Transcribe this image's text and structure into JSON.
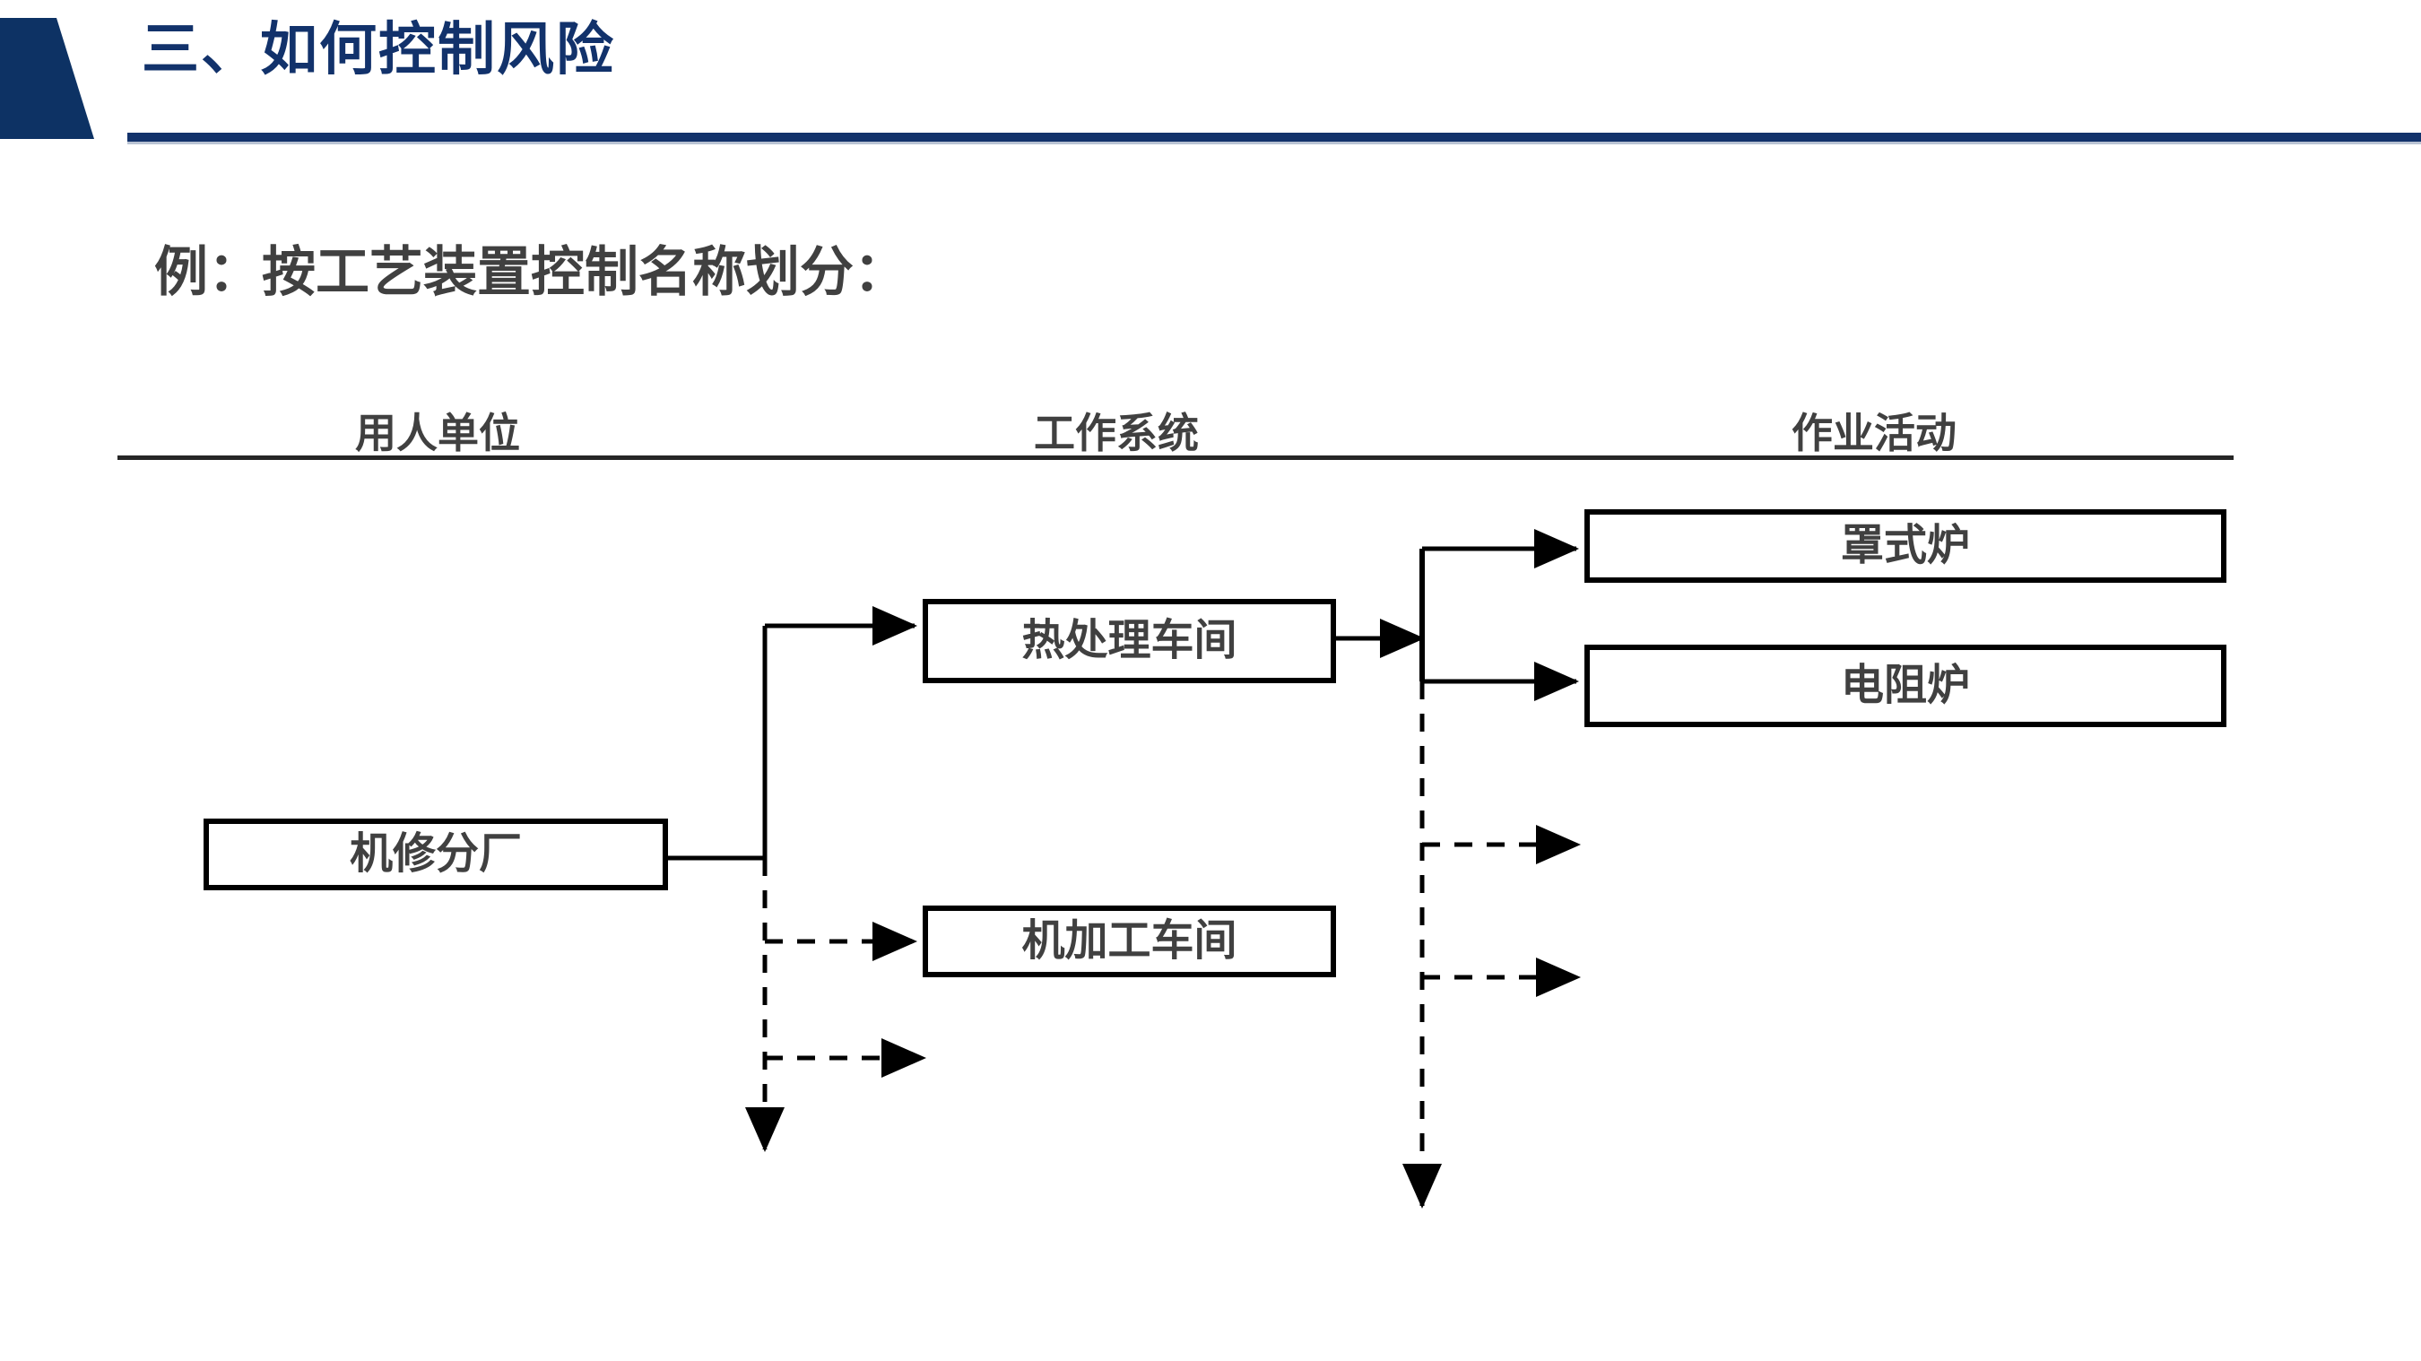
{
  "header": {
    "title": "三、如何控制风险",
    "accent_color": "#12326b",
    "corner_color": "#0d3264"
  },
  "subtitle": {
    "text": "例：按工艺装置控制名称划分：",
    "color": "#404040"
  },
  "columns": [
    {
      "label": "用人单位"
    },
    {
      "label": "工作系统"
    },
    {
      "label": "作业活动"
    }
  ],
  "diagram": {
    "line_color": "#000000",
    "text_color": "#404040",
    "nodes": {
      "org": {
        "label": "机修分厂",
        "column": "用人单位"
      },
      "work_system_1": {
        "label": "热处理车间",
        "column": "工作系统"
      },
      "work_system_2": {
        "label": "机加工车间",
        "column": "工作系统"
      },
      "activity_1": {
        "label": "罩式炉",
        "column": "作业活动"
      },
      "activity_2": {
        "label": "电阻炉",
        "column": "作业活动"
      }
    },
    "edges": [
      {
        "from": "org",
        "to": "work_system_1",
        "style": "solid"
      },
      {
        "from": "org",
        "to": "work_system_2",
        "style": "dashed"
      },
      {
        "from": "org",
        "to": "more-work-systems",
        "style": "dashed"
      },
      {
        "from": "work_system_1",
        "to": "activity_1",
        "style": "solid"
      },
      {
        "from": "work_system_1",
        "to": "activity_2",
        "style": "solid"
      },
      {
        "from": "work_system_1",
        "to": "more-activities",
        "style": "dashed"
      }
    ]
  }
}
